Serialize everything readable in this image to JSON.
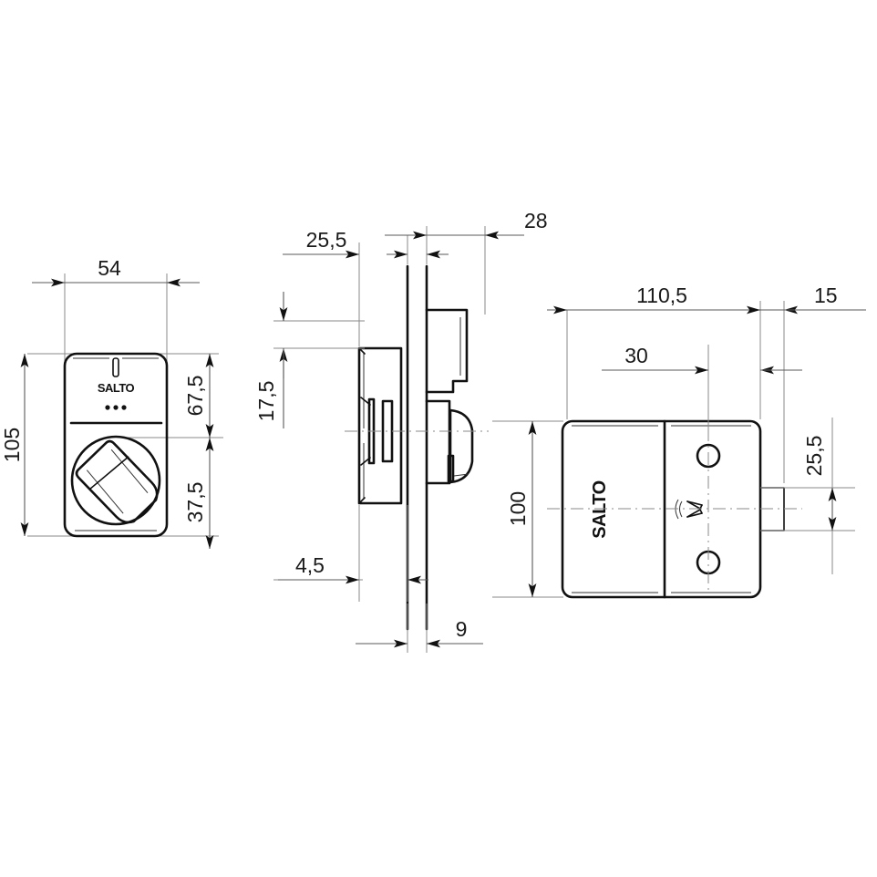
{
  "drawing": {
    "title": "SALTO electronic escutcheon / thumbturn dimensional drawing",
    "units": "mm",
    "background_color": "#ffffff",
    "line_color": "#111111",
    "dim_color": "#5a5a5a"
  },
  "views": {
    "front": {
      "name": "front-view",
      "brand_label": "SALTO",
      "led_count": 3,
      "dimensions": {
        "width": "54",
        "height": "105",
        "top_to_center": "67,5",
        "center_to_bottom": "37,5"
      }
    },
    "side": {
      "name": "side-section-view",
      "dimensions": {
        "backset_front": "25,5",
        "rear_depth": "28",
        "cylinder_offset": "17,5",
        "plate_thickness": "4,5",
        "gap": "9",
        "body_height": "100"
      }
    },
    "rear": {
      "name": "rear-view",
      "brand_label": "SALTO",
      "dimensions": {
        "overall_length": "110,5",
        "spindle_length": "15",
        "hole_offset": "30",
        "spindle_height": "25,5"
      }
    }
  },
  "labels": {
    "d_54": "54",
    "d_105": "105",
    "d_675": "67,5",
    "d_375": "37,5",
    "d_255_side": "25,5",
    "d_28": "28",
    "d_175": "17,5",
    "d_45": "4,5",
    "d_9": "9",
    "d_100": "100",
    "d_1105": "110,5",
    "d_15": "15",
    "d_30": "30",
    "d_255_rear": "25,5",
    "brand": "SALTO"
  }
}
